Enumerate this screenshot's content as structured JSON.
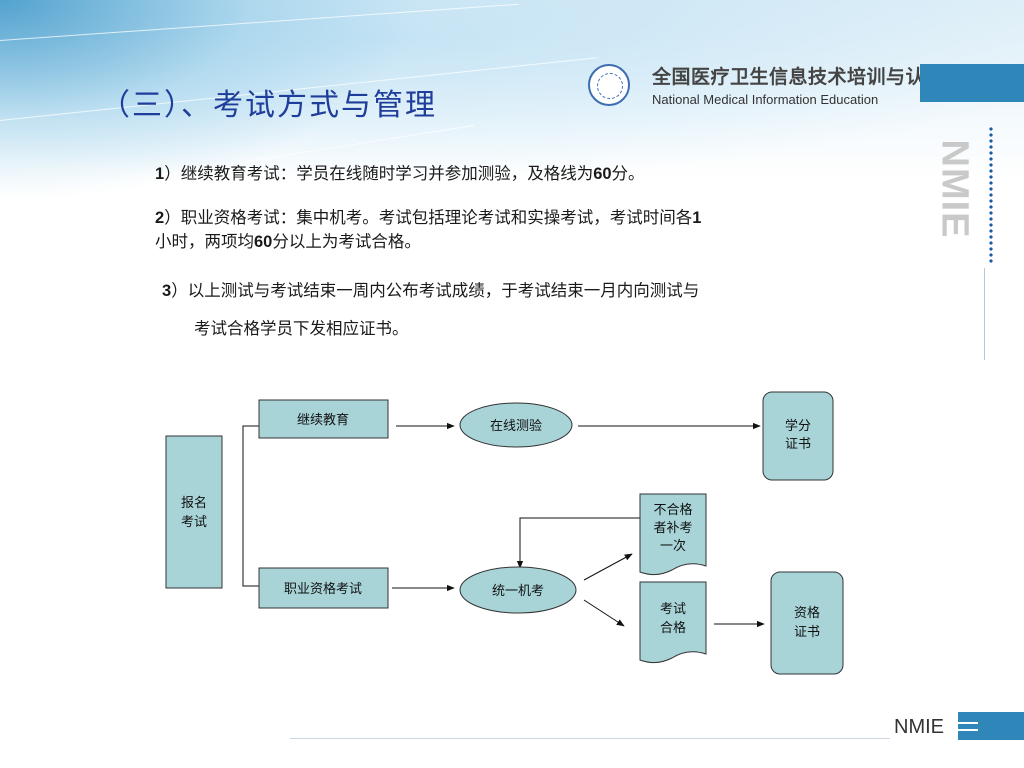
{
  "slide": {
    "title": "（三）、考试方式与管理"
  },
  "header": {
    "org_cn": "全国医疗卫生信息技术培训与认证",
    "org_en": "National Medical Information Education",
    "side_mark": "NMIE"
  },
  "body": {
    "p1_num": "1",
    "p1_text": "）继续教育考试：学员在线随时学习并参加测验，及格线为",
    "p1_num2": "60",
    "p1_tail": "分。",
    "p2_num": "2",
    "p2_text": "）职业资格考试：集中机考。考试包括理论考试和实操考试，考试时间各",
    "p2_num2": "1",
    "p2_line2_a": "小时，两项均",
    "p2_num3": "60",
    "p2_line2_b": "分以上为考试合格。",
    "p3_num": "3",
    "p3_text": "）以上测试与考试结束一周内公布考试成绩，于考试结束一月内向测试与",
    "p3_line2": "考试合格学员下发相应证书。"
  },
  "flow": {
    "register": [
      "报名",
      "考试"
    ],
    "continuing": "继续教育",
    "vocational": "职业资格考试",
    "online_test": "在线测验",
    "unified_exam": "统一机考",
    "credit_cert": [
      "学分",
      "证书"
    ],
    "retake": [
      "不合格",
      "者补考",
      "一次"
    ],
    "passed": [
      "考试",
      "合格"
    ],
    "qual_cert": [
      "资格",
      "证书"
    ]
  },
  "footer": {
    "mark": "NMIE"
  },
  "colors": {
    "node_fill": "#a8d4d8",
    "node_stroke": "#333333",
    "title": "#1f3d9a",
    "accent": "#2f86b8"
  }
}
